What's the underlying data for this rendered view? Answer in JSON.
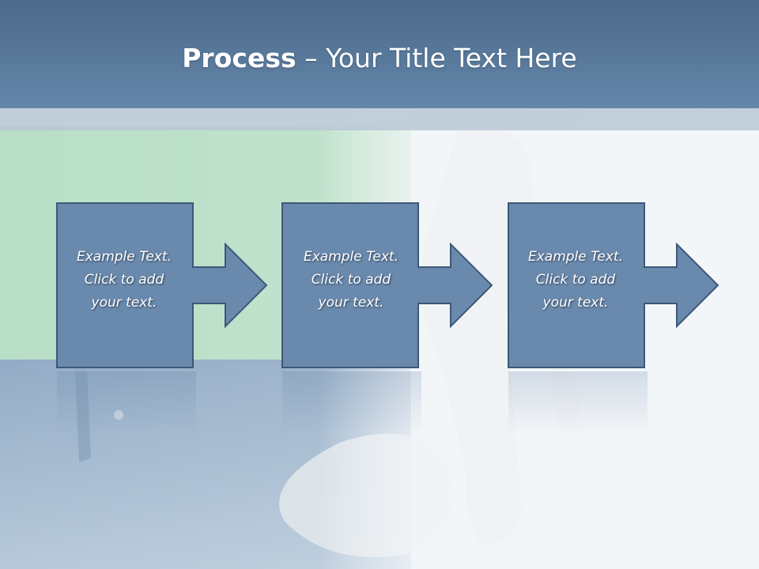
{
  "slide": {
    "title_bold": "Process",
    "title_rest": " – Your Title Text Here"
  },
  "steps": [
    {
      "line1": "Example Text.",
      "line2": "Click  to add",
      "line3": "your text."
    },
    {
      "line1": "Example Text.",
      "line2": "Click  to add",
      "line3": "your text."
    },
    {
      "line1": "Example Text.",
      "line2": "Click  to add",
      "line3": "your text."
    }
  ],
  "colors": {
    "title_bar": "#5a7aa0",
    "shape_fill": "#6989ad",
    "shape_stroke": "#3d5878",
    "shirt": "#b9e0c8",
    "jeans": "#8ea7c2"
  }
}
